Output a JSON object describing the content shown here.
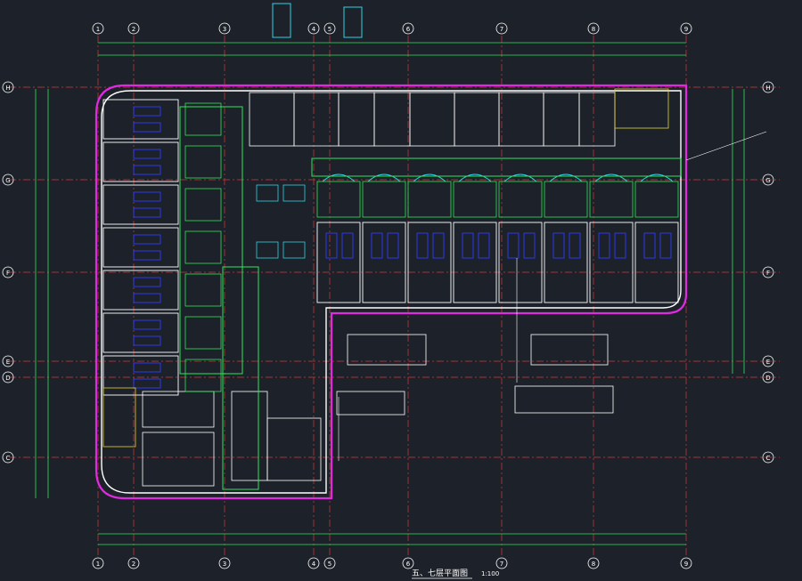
{
  "drawing": {
    "title": "五、七层平面图",
    "scale": "1:100",
    "colors": {
      "background": "#1d2129",
      "axis_line": "#d23a3a",
      "dimension": "#2ee65a",
      "wall": "#ffffff",
      "cyan": "#2fd3e6",
      "blue": "#2f3cff",
      "magenta": "#e02ae0",
      "yellow": "#e6d23a"
    },
    "column_axes": [
      "1",
      "2",
      "3",
      "4",
      "5",
      "6",
      "7",
      "8",
      "9"
    ],
    "row_axes": [
      "H",
      "G",
      "F",
      "E",
      "D",
      "C"
    ]
  }
}
